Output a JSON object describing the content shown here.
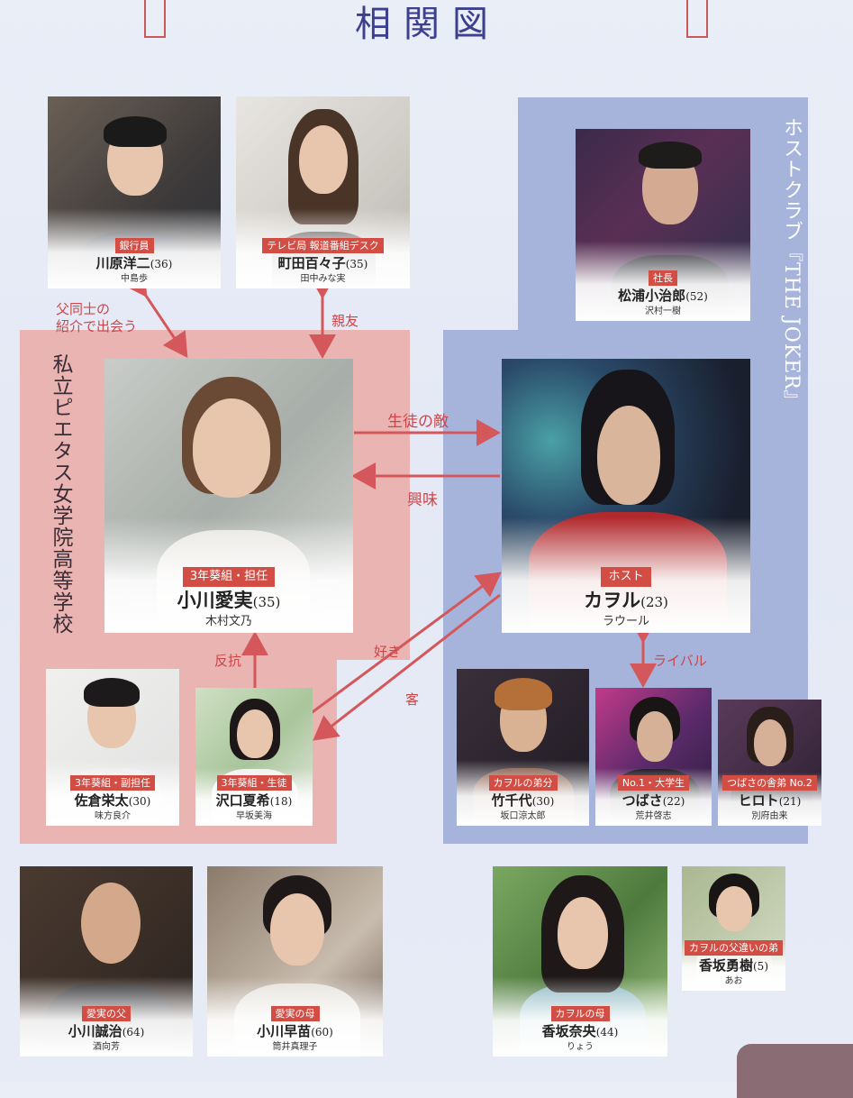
{
  "header": {
    "title": "相関図"
  },
  "groups": {
    "school": "私立ピエタス女学院高等学校",
    "club": "ホストクラブ『THE JOKER』"
  },
  "people": {
    "kawahara": {
      "role": "銀行員",
      "name": "川原洋二",
      "age": "(36)",
      "actor": "中島歩"
    },
    "machida": {
      "role": "テレビ局 報道番組デスク",
      "name": "町田百々子",
      "age": "(35)",
      "actor": "田中みな実"
    },
    "matsuura": {
      "role": "社長",
      "name": "松浦小治郎",
      "age": "(52)",
      "actor": "沢村一樹"
    },
    "aimi": {
      "role": "3年葵組・担任",
      "name": "小川愛実",
      "age": "(35)",
      "actor": "木村文乃"
    },
    "kaoru": {
      "role": "ホスト",
      "name": "カヲル",
      "age": "(23)",
      "actor": "ラウール"
    },
    "sakura": {
      "role": "3年葵組・副担任",
      "name": "佐倉栄太",
      "age": "(30)",
      "actor": "味方良介"
    },
    "sawaguchi": {
      "role": "3年葵組・生徒",
      "name": "沢口夏希",
      "age": "(18)",
      "actor": "早坂美海"
    },
    "chiyo": {
      "role": "カヲルの弟分",
      "name": "竹千代",
      "age": "(30)",
      "actor": "坂口涼太郎"
    },
    "tsubasa": {
      "role": "No.1・大学生",
      "name": "つばさ",
      "age": "(22)",
      "actor": "荒井啓志"
    },
    "hiroto": {
      "role": "つばさの舎弟 No.2",
      "name": "ヒロト",
      "age": "(21)",
      "actor": "別府由来"
    },
    "seiji": {
      "role": "愛実の父",
      "name": "小川誠治",
      "age": "(64)",
      "actor": "酒向芳"
    },
    "sanae": {
      "role": "愛実の母",
      "name": "小川早苗",
      "age": "(60)",
      "actor": "筒井真理子"
    },
    "nao": {
      "role": "カヲルの母",
      "name": "香坂奈央",
      "age": "(44)",
      "actor": "りょう"
    },
    "yuki": {
      "role": "カヲルの父違いの弟",
      "name": "香坂勇樹",
      "age": "(5)",
      "actor": "あお"
    }
  },
  "relations": {
    "parents_intro": "父同士の\n紹介で出会う",
    "shinyu": "親友",
    "teki": "生徒の敵",
    "kyomi": "興味",
    "suki": "好き",
    "kyaku": "客",
    "hanko": "反抗",
    "rival": "ライバル"
  },
  "colors": {
    "accent_red": "#d24e45",
    "school": "#e9b4b2",
    "club": "#a6b4dc",
    "title": "#3d3f8f"
  }
}
